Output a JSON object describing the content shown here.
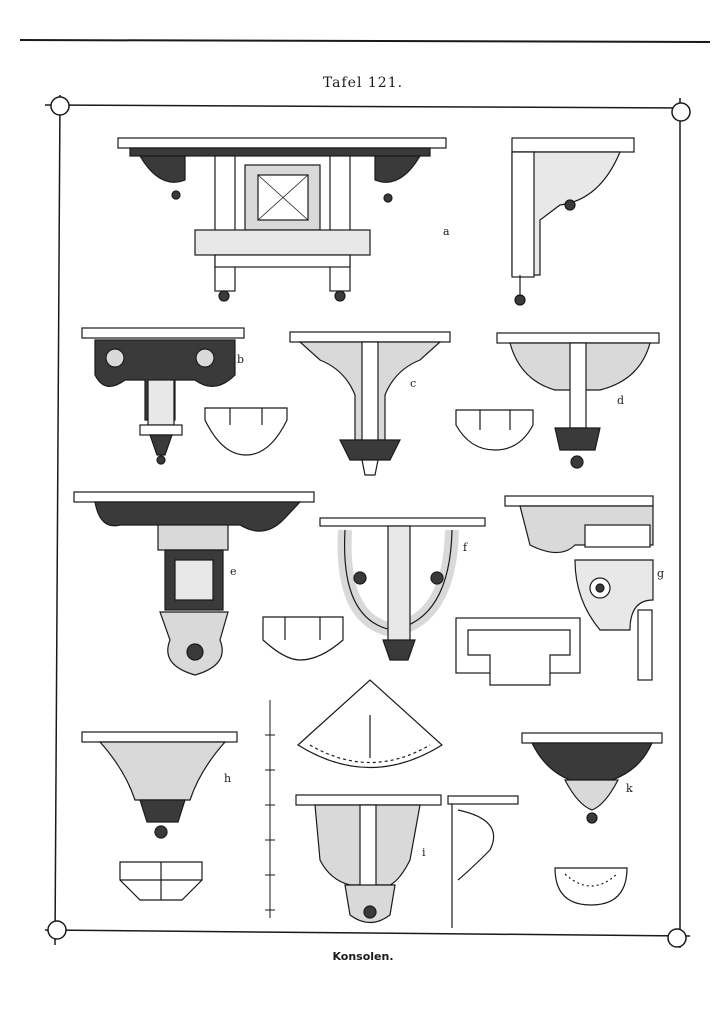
{
  "plate": {
    "title": "Tafel 121.",
    "caption": "Konsolen."
  },
  "figures": [
    {
      "id": "a",
      "label": "a"
    },
    {
      "id": "b",
      "label": "b"
    },
    {
      "id": "c",
      "label": "c"
    },
    {
      "id": "d",
      "label": "d"
    },
    {
      "id": "e",
      "label": "e"
    },
    {
      "id": "f",
      "label": "f"
    },
    {
      "id": "g",
      "label": "g"
    },
    {
      "id": "h",
      "label": "h"
    },
    {
      "id": "i",
      "label": "i"
    },
    {
      "id": "k",
      "label": "k"
    }
  ],
  "colors": {
    "ink": "#1a1a1a",
    "paper": "#ffffff",
    "shade": "#3a3a3a"
  }
}
